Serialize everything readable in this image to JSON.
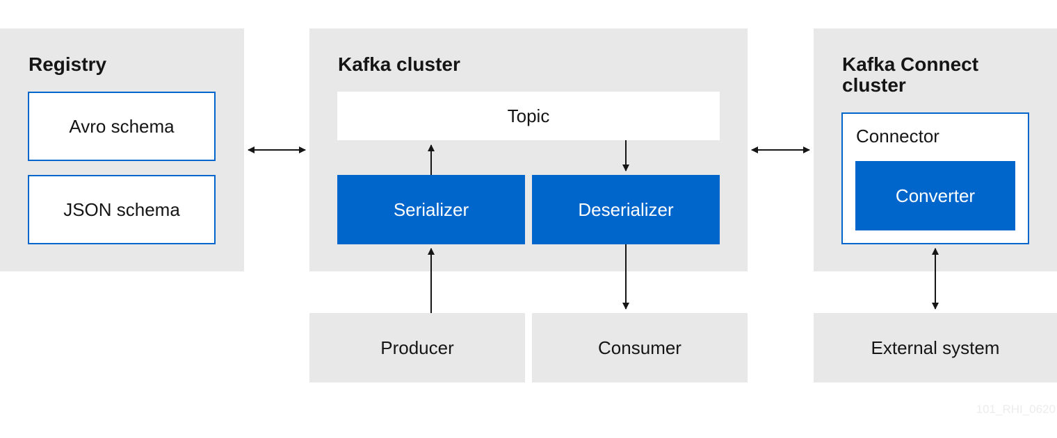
{
  "registry": {
    "title": "Registry",
    "schemas": [
      "Avro schema",
      "JSON schema"
    ]
  },
  "kafka_cluster": {
    "title": "Kafka cluster",
    "topic": "Topic",
    "serializer": "Serializer",
    "deserializer": "Deserializer"
  },
  "kafka_connect": {
    "title_line1": "Kafka Connect",
    "title_line2": "cluster",
    "connector": "Connector",
    "converter": "Converter"
  },
  "clients": {
    "producer": "Producer",
    "consumer": "Consumer",
    "external_system": "External system"
  },
  "watermark": "101_RHI_0620",
  "colors": {
    "panel": "#e8e8e8",
    "accent_blue": "#0066cc",
    "text": "#151515",
    "arrow": "#151515"
  }
}
